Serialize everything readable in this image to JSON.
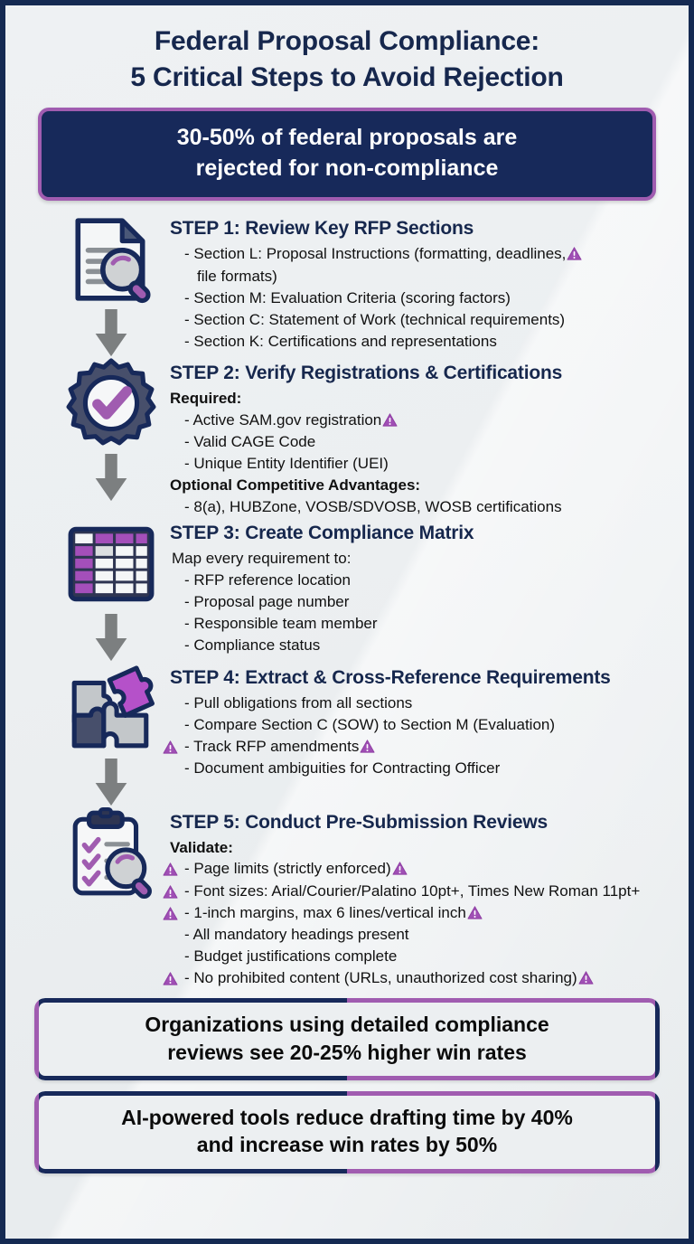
{
  "title": {
    "line1": "Federal Proposal Compliance:",
    "line2": "5 Critical Steps to Avoid Rejection"
  },
  "hero": {
    "line1": "30-50% of federal proposals are",
    "line2": "rejected for non-compliance"
  },
  "steps": [
    {
      "icon": "document-magnifier-icon",
      "heading": "STEP 1: Review Key RFP Sections",
      "lines": [
        {
          "type": "bullet",
          "text": "- Section L: Proposal Instructions (formatting, deadlines,",
          "warn_right": true,
          "continuation": "file formats)"
        },
        {
          "type": "bullet",
          "text": "- Section M: Evaluation Criteria (scoring factors)"
        },
        {
          "type": "bullet",
          "text": "- Section C: Statement of Work (technical requirements)"
        },
        {
          "type": "bullet",
          "text": "- Section K: Certifications and representations"
        }
      ]
    },
    {
      "icon": "badge-check-icon",
      "heading": "STEP 2: Verify Registrations & Certifications",
      "lines": [
        {
          "type": "subhead",
          "text": "Required:"
        },
        {
          "type": "bullet",
          "text": "- Active SAM.gov registration",
          "warn_right": true
        },
        {
          "type": "bullet",
          "text": "- Valid CAGE Code"
        },
        {
          "type": "bullet",
          "text": "- Unique Entity Identifier (UEI)"
        },
        {
          "type": "subhead",
          "text": "Optional Competitive Advantages:"
        },
        {
          "type": "bullet",
          "text": "- 8(a), HUBZone, VOSB/SDVOSB, WOSB certifications"
        }
      ]
    },
    {
      "icon": "matrix-grid-icon",
      "heading": "STEP 3: Create Compliance Matrix",
      "lines": [
        {
          "type": "plain",
          "text": "Map every requirement to:"
        },
        {
          "type": "bullet",
          "text": "- RFP reference location"
        },
        {
          "type": "bullet",
          "text": "- Proposal page number"
        },
        {
          "type": "bullet",
          "text": "- Responsible team member"
        },
        {
          "type": "bullet",
          "text": "- Compliance status"
        }
      ]
    },
    {
      "icon": "puzzle-pieces-icon",
      "heading": "STEP 4: Extract & Cross-Reference Requirements",
      "lines": [
        {
          "type": "bullet",
          "text": "- Pull obligations from all sections"
        },
        {
          "type": "bullet",
          "text": "- Compare Section C (SOW) to Section M (Evaluation)"
        },
        {
          "type": "bullet",
          "text": "- Track RFP amendments",
          "warn_left": true,
          "warn_right": true
        },
        {
          "type": "bullet",
          "text": "- Document ambiguities for Contracting Officer"
        }
      ]
    },
    {
      "icon": "clipboard-checklist-magnifier-icon",
      "heading": "STEP 5: Conduct Pre-Submission Reviews",
      "lines": [
        {
          "type": "subhead",
          "text": "Validate:"
        },
        {
          "type": "bullet",
          "text": "- Page limits (strictly enforced)",
          "warn_left": true,
          "warn_right": true
        },
        {
          "type": "bullet",
          "text": "- Font sizes: Arial/Courier/Palatino 10pt+, Times New Roman 11pt+",
          "warn_left": true
        },
        {
          "type": "bullet",
          "text": "- 1-inch margins, max 6 lines/vertical inch",
          "warn_left": true,
          "warn_right": true
        },
        {
          "type": "bullet",
          "text": "- All mandatory headings present"
        },
        {
          "type": "bullet",
          "text": "- Budget justifications complete"
        },
        {
          "type": "bullet",
          "text": "- No prohibited content (URLs, unauthorized cost sharing)",
          "warn_left": true,
          "warn_right": true
        }
      ]
    }
  ],
  "banners": [
    {
      "line1": "Organizations using detailed compliance",
      "line2": "reviews see 20-25% higher win rates"
    },
    {
      "line1": "AI-powered tools reduce drafting time by 40%",
      "line2": "and increase win rates by 50%"
    }
  ],
  "colors": {
    "navy": "#17295a",
    "purple": "#a05cb0",
    "background": "#eceff1",
    "arrow_gray": "#7c7f80",
    "text_dark": "#111111"
  }
}
